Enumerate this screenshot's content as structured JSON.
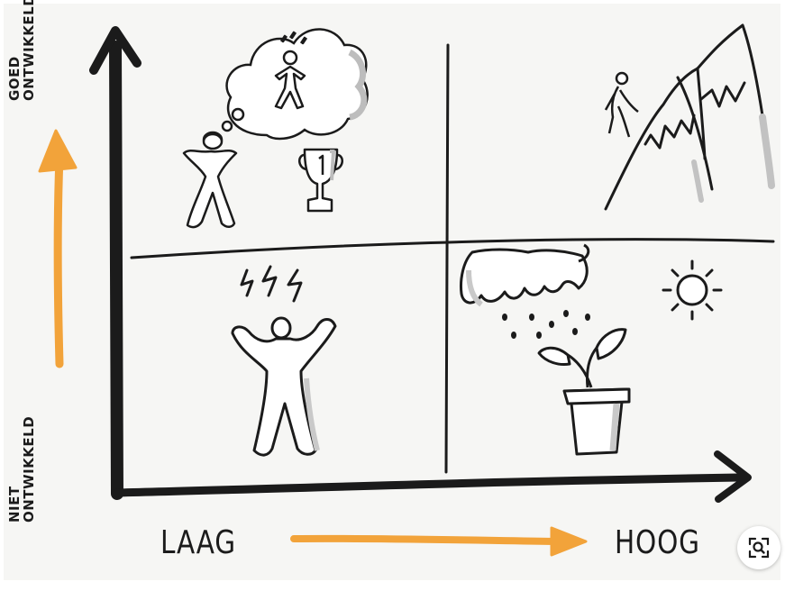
{
  "diagram": {
    "y_axis": {
      "top_label": [
        "GOED",
        "ONTWIKKELD"
      ],
      "bottom_label": [
        "NIET",
        "ONTWIKKELD"
      ]
    },
    "x_axis": {
      "left_label": "LAAG",
      "right_label": "HOOG"
    },
    "quadrants": [
      {
        "position": "top-left",
        "icons": [
          "person-figure",
          "thought-cloud",
          "trophy"
        ]
      },
      {
        "position": "top-right",
        "icons": [
          "hiker",
          "mountains"
        ]
      },
      {
        "position": "bottom-left",
        "icons": [
          "stressed-person",
          "lightning"
        ]
      },
      {
        "position": "bottom-right",
        "icons": [
          "rain-cloud",
          "sun",
          "plant-in-pot"
        ]
      }
    ],
    "colors": {
      "ink": "#1b1b1b",
      "accent_arrow": "#f2a33a",
      "paper": "#f6f6f4",
      "shade": "#c9c9c9"
    }
  },
  "overlay": {
    "icon": "visual-search-icon"
  }
}
